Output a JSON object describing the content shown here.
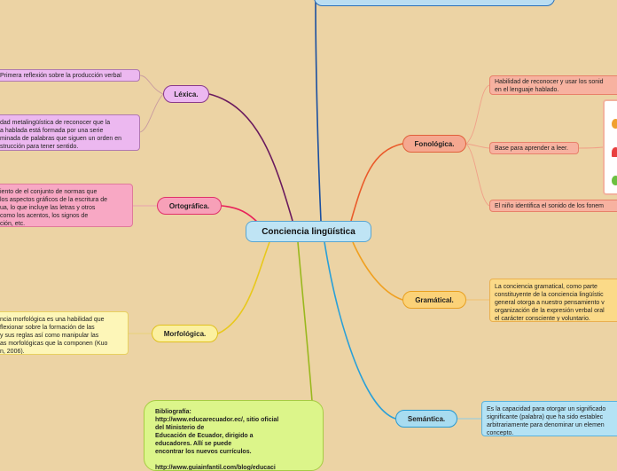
{
  "center": {
    "label": "Conciencia lingüística"
  },
  "branches": {
    "lexica": {
      "label": "Léxica.",
      "items": [
        "Primera reflexión sobre la producción verbal",
        "dad metalingüística de reconocer que la\na hablada está formada por una serie\nminada de palabras que siguen un orden en\nstrucción para tener sentido."
      ]
    },
    "ortografica": {
      "label": "Ortográfica.",
      "items": [
        "iento de el conjunto de normas que\nlos aspectos gráficos de la escritura de\nua, lo que incluye las letras y otros\ncomo los acentos, los signos de\nción, etc."
      ]
    },
    "morfologica": {
      "label": "Morfológica.",
      "items": [
        "ncia morfológica es una habilidad que\nflexionar sobre la formación de las\n y sus reglas así como manipular las\nas morfológicas que la componen (Kuo\nn, 2006)."
      ]
    },
    "fonologica": {
      "label": "Fonológica.",
      "items": [
        "Habilidad de reconocer  y usar los sonid\nen el lenguaje hablado.",
        "Base para aprender a leer.",
        "El niño identifica el sonido de los fonem"
      ]
    },
    "gramatical": {
      "label": "Gramátical.",
      "items": [
        "La conciencia gramatical, como parte\nconstituyente de la conciencia lingüístic\ngeneral otorga a nuestro pensamiento v\norganización de la expresión verbal oral\nel carácter consciente y voluntario."
      ]
    },
    "semantica": {
      "label": "Semántica.",
      "items": [
        "Es la capacidad para otorgar un significado\nsignificante (palabra) que ha sido establec\narbitrariamente para denominar un elemen\nconcepto."
      ]
    }
  },
  "bibliography": {
    "text": "Bibliografía:\nhttp://www.educarecuador.ec/, sitio oficial\ndel Ministerio de\nEducación de Ecuador, dirigido       a\neducadores. Allí se puede\nencontrar los nuevos currículos.\n\nhttp://www.guiainfantil.com/blog/educaci"
  },
  "colors": {
    "lexica": "#6a1a5e",
    "ortografica": "#e8205a",
    "morfologica": "#e8c81c",
    "fonologica": "#ea5a2a",
    "gramatical": "#f0a020",
    "semantica": "#2aa0d8",
    "bibliography": "#9ab81e",
    "top": "#1a4fa0"
  }
}
